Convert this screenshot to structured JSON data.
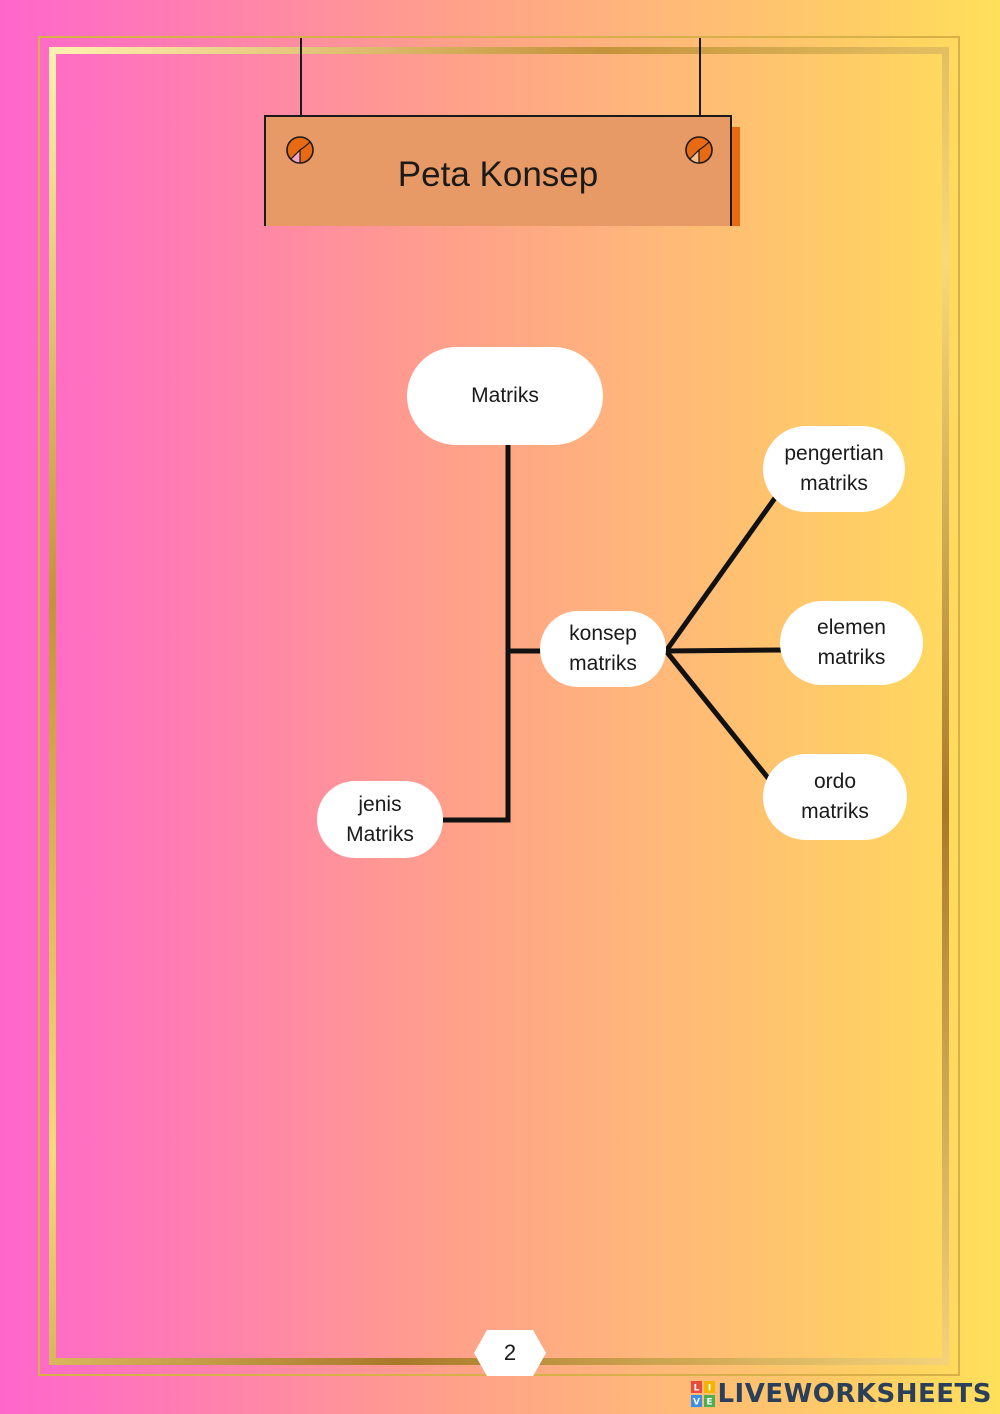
{
  "sign": {
    "title": "Peta Konsep"
  },
  "nodes": {
    "matriks": "Matriks",
    "konsep": "konsep\nmatriks",
    "jenis": "jenis\nMatriks",
    "pengertian": "pengertian\nmatriks",
    "elemen": "elemen\nmatriks",
    "ordo": "ordo\nmatriks"
  },
  "page_number": "2",
  "brand": {
    "logo_letters": "LIVE",
    "name": "LIVEWORKSHEETS"
  },
  "colors": {
    "gradient_left": "#ff66cc",
    "gradient_right": "#ffe05a",
    "sign_fill": "#e89a66",
    "sign_accent": "#e86a12",
    "frame_gold": "#d8b04a",
    "node_fill": "#ffffff",
    "connector": "#111111"
  }
}
